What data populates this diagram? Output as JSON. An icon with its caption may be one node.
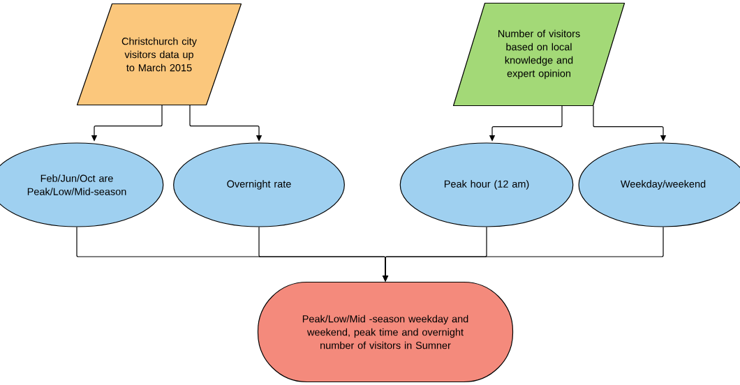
{
  "diagram": {
    "nodes": [
      {
        "text": [
          "Christchurch city visitors data up to March 2015"
        ]
      },
      {
        "text": [
          "Number of visitors based on local knowledge and expert opinion"
        ]
      },
      {
        "text": [
          "Feb/Jun/Oct are Peak/Low/Mid-season"
        ]
      },
      {
        "text": [
          "Overnight rate"
        ]
      },
      {
        "text": [
          "Peak hour (12 am)"
        ]
      },
      {
        "text": [
          "Weekday/weekend"
        ]
      },
      {
        "text": [
          "Peak/Low/Mid -season weekday and weekend, peak time and overnight number of visitors in Sumner"
        ]
      }
    ],
    "edges": [
      {
        "from": 0,
        "to": 2,
        "arrow": "to"
      },
      {
        "from": 0,
        "to": 3,
        "arrow": "to"
      },
      {
        "from": 1,
        "to": 4,
        "arrow": "to"
      },
      {
        "from": 1,
        "to": 5,
        "arrow": "to"
      },
      {
        "from": 2,
        "to": 6,
        "arrow": "to"
      },
      {
        "from": 3,
        "to": 6,
        "arrow": "to"
      },
      {
        "from": 4,
        "to": 6,
        "arrow": "to"
      },
      {
        "from": 5,
        "to": 6,
        "arrow": "to"
      }
    ]
  }
}
